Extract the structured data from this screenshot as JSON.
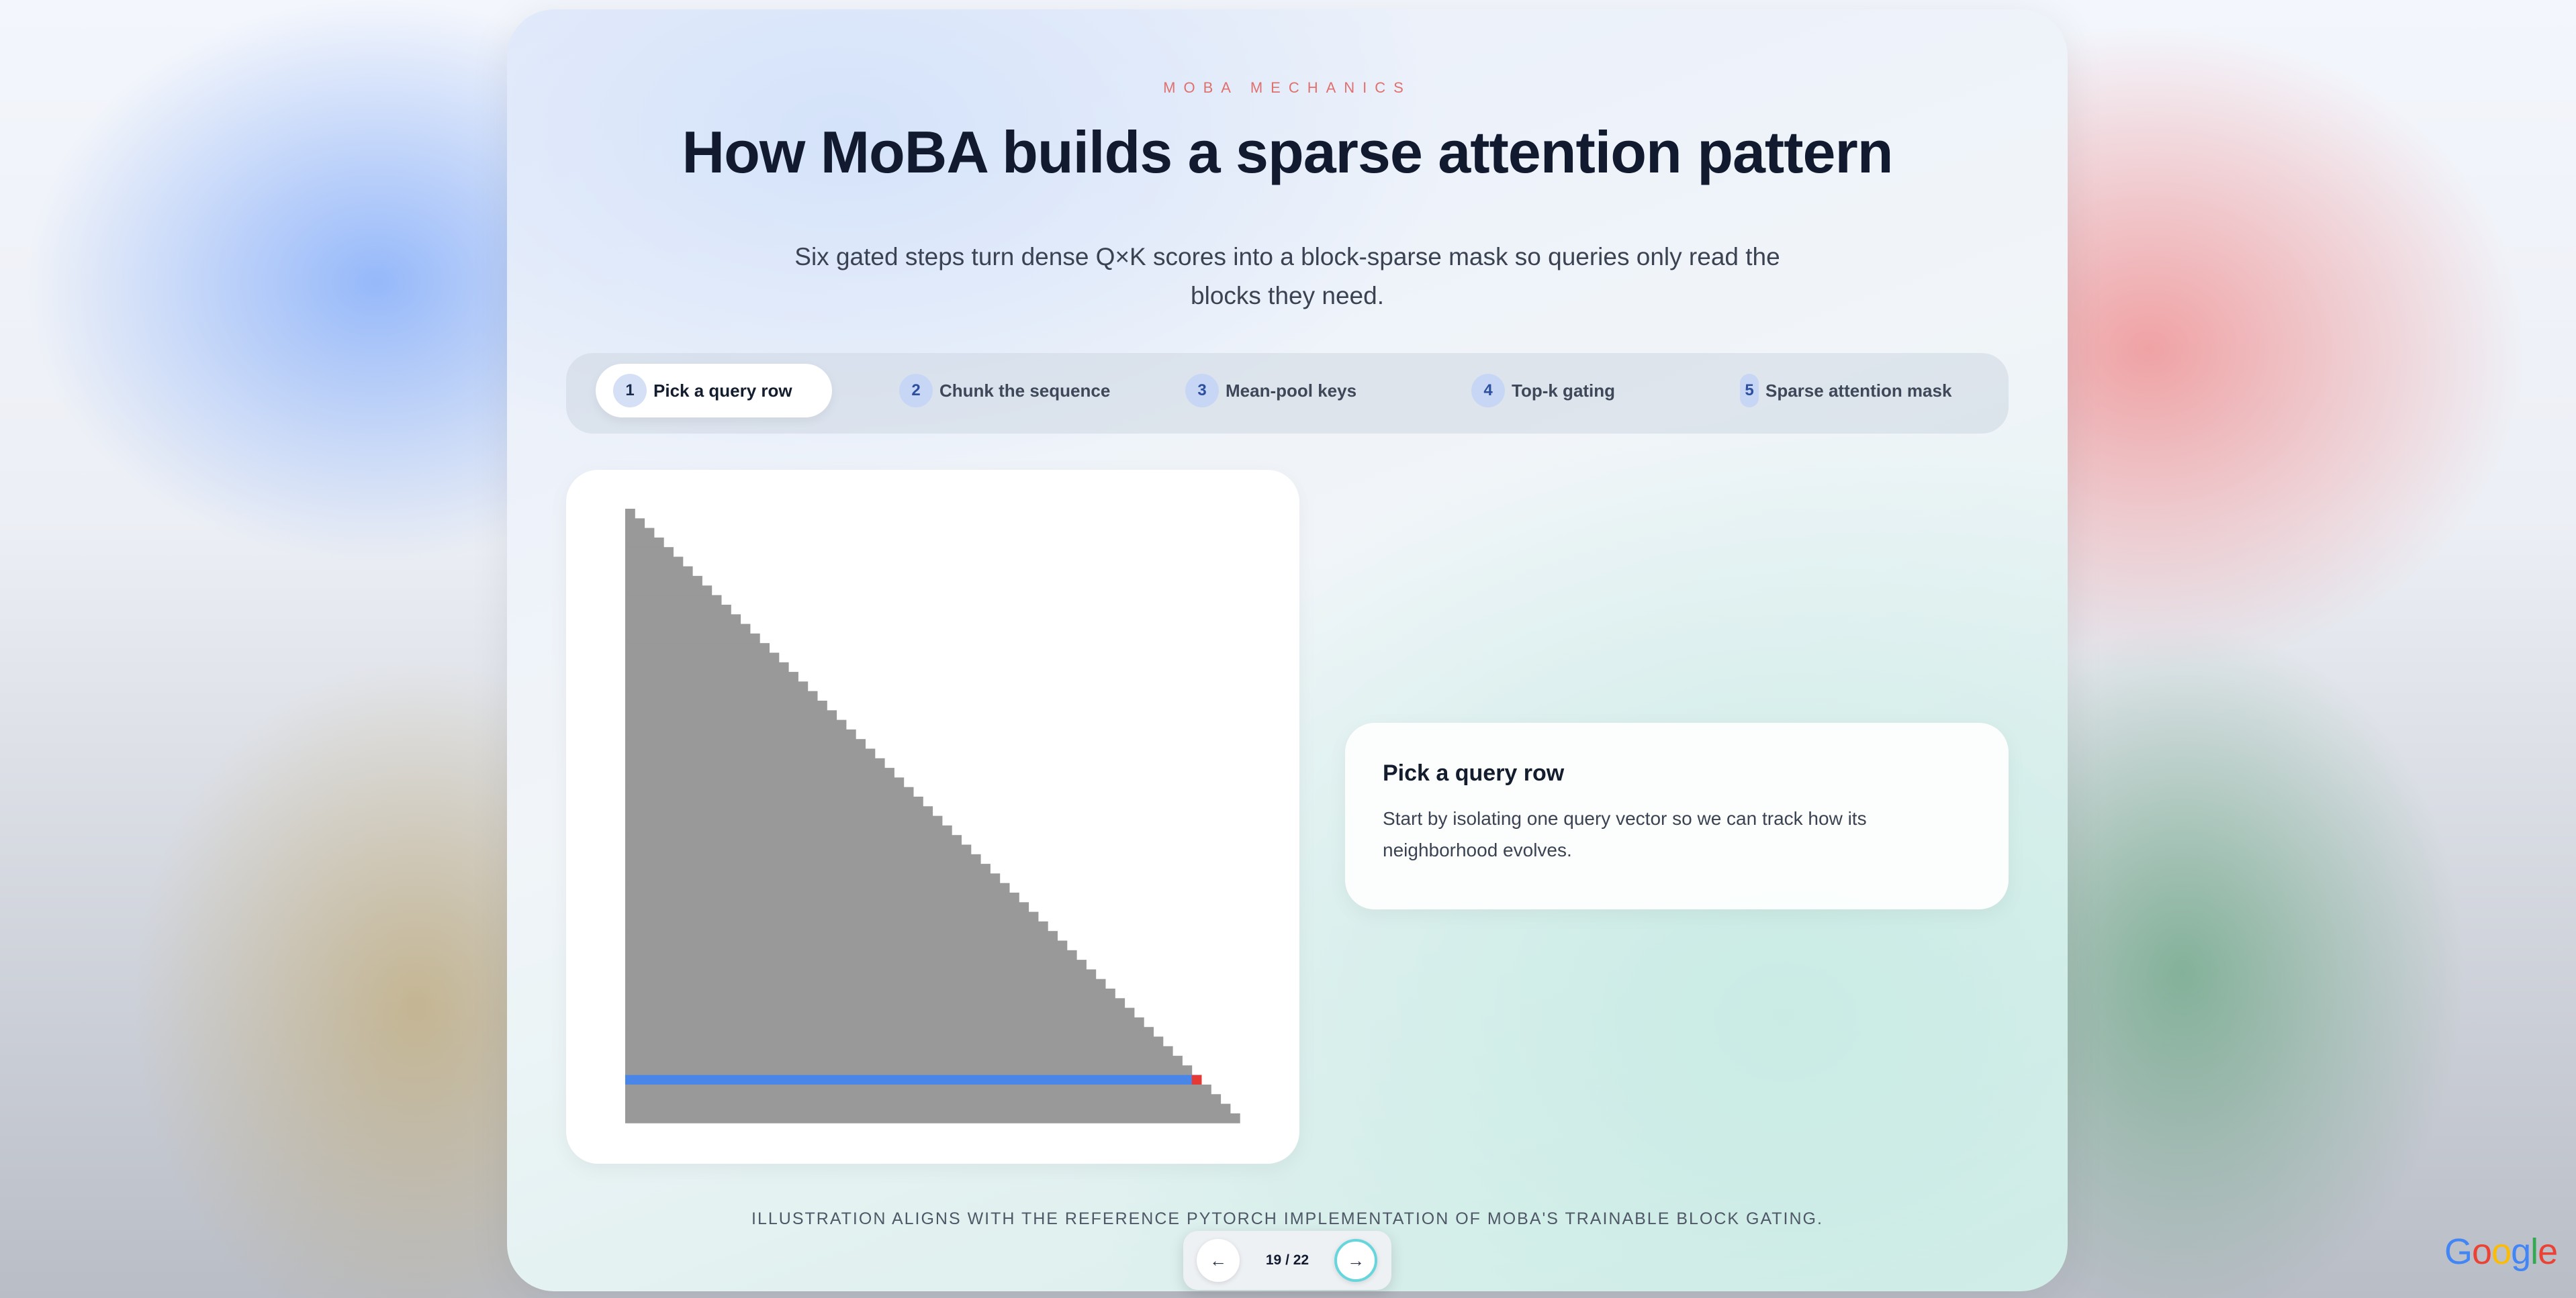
{
  "slide": {
    "eyebrow": "MOBA MECHANICS",
    "title": "How MoBA builds a sparse attention pattern",
    "subtitle": "Six gated steps turn dense Q×K scores into a block-sparse mask so queries only read the blocks they need."
  },
  "steps": [
    {
      "number": "1",
      "label": "Pick a query row",
      "active": true
    },
    {
      "number": "2",
      "label": "Chunk the sequence",
      "active": false
    },
    {
      "number": "3",
      "label": "Mean-pool keys",
      "active": false
    },
    {
      "number": "4",
      "label": "Top-k gating",
      "active": false
    },
    {
      "number": "5",
      "label": "Sparse attention mask",
      "active": false
    }
  ],
  "visualization": {
    "matrix": "causal lower-triangular attention scores",
    "highlighted_row": "selected query row",
    "colors": {
      "masked": "#ffffff",
      "visible": "#999999",
      "query_row": "#4a86e8",
      "diagonal": "#e53935"
    }
  },
  "info_card": {
    "title": "Pick a query row",
    "body": "Start by isolating one query vector so we can track how its neighborhood evolves."
  },
  "footnote": "ILLUSTRATION ALIGNS WITH THE REFERENCE PYTORCH IMPLEMENTATION OF MOBA'S TRAINABLE BLOCK GATING.",
  "navigation": {
    "prev_icon": "←",
    "next_icon": "→",
    "counter": "19 / 22"
  },
  "brand": {
    "letters": [
      "G",
      "o",
      "o",
      "g",
      "l",
      "e"
    ],
    "colors": [
      "#4285f4",
      "#ea4335",
      "#fbbc05",
      "#4285f4",
      "#34a853",
      "#ea4335"
    ]
  }
}
